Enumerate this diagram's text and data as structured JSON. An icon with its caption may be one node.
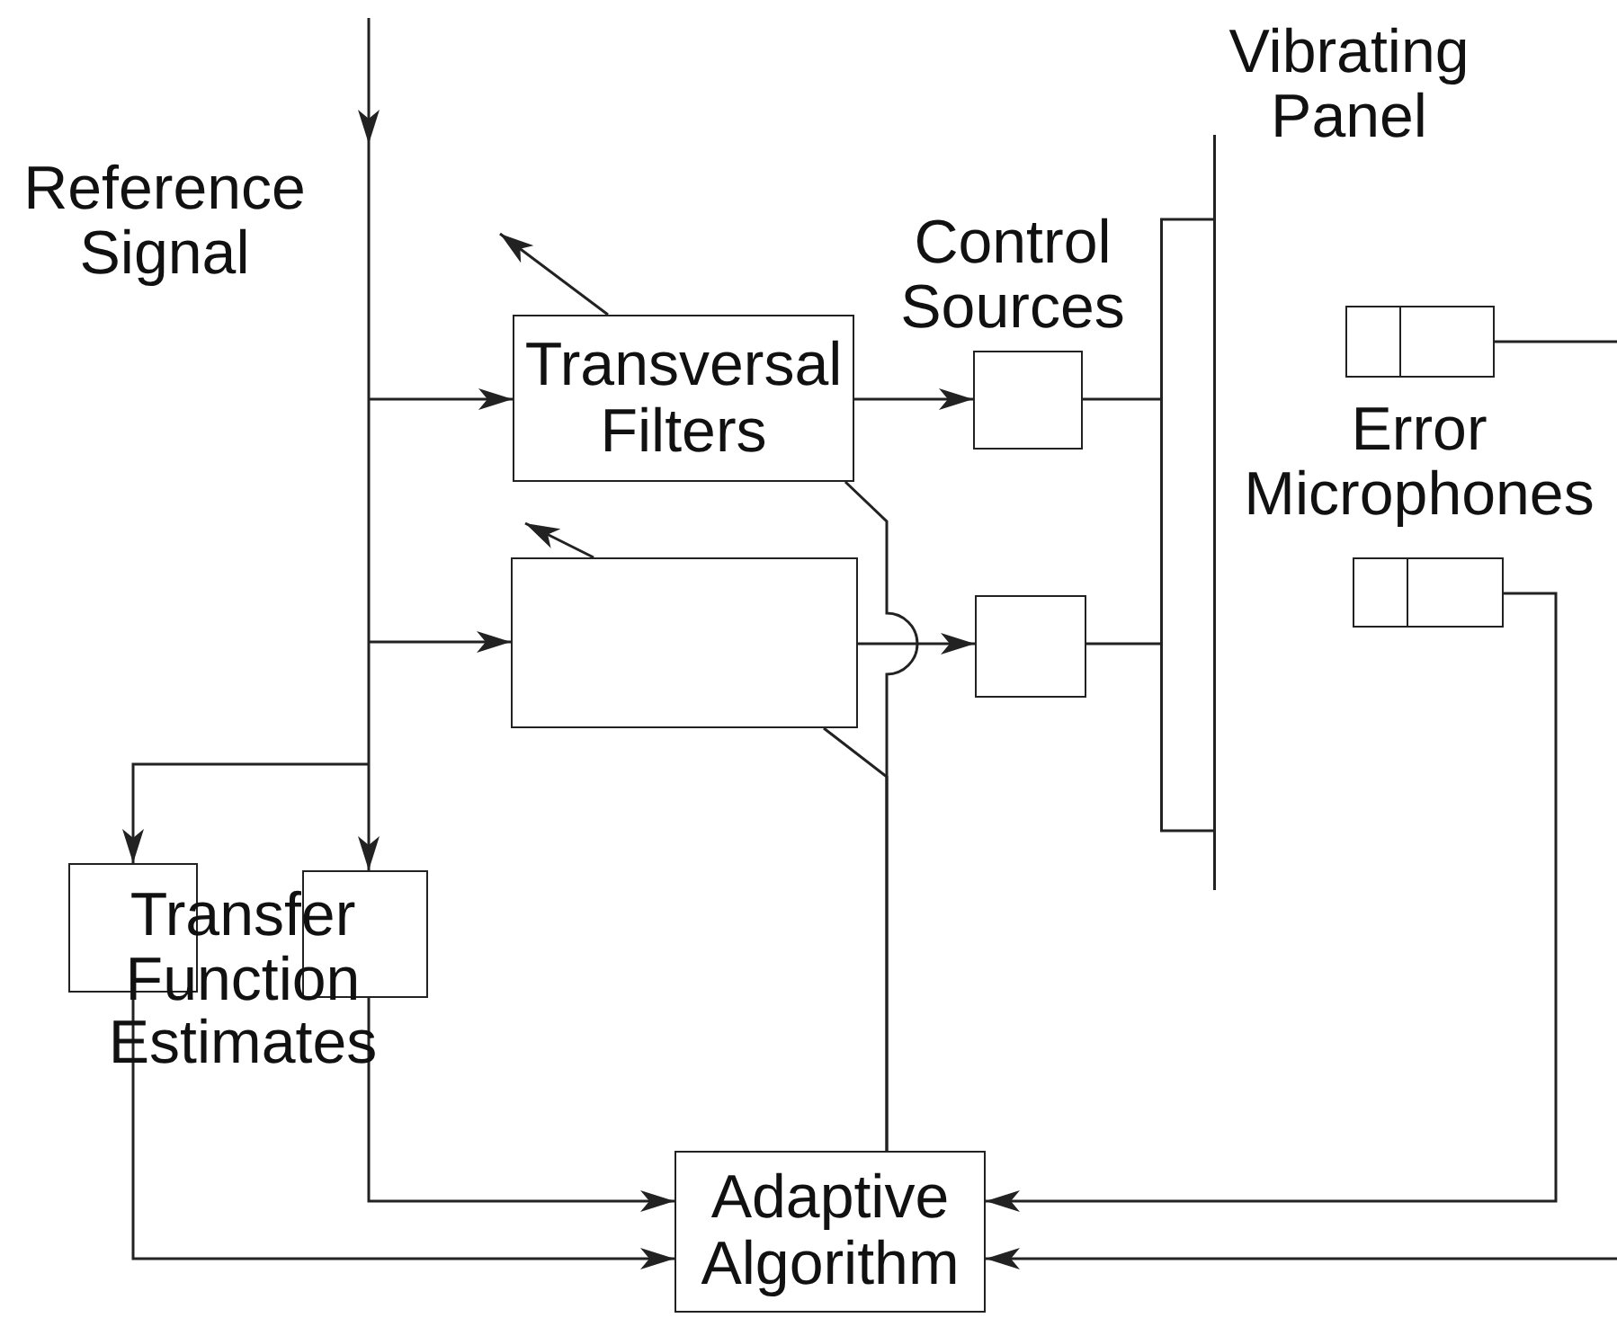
{
  "diagram": {
    "nodes": [
      {
        "text": [
          "Transversal Filters"
        ]
      },
      {
        "text": [],
        "shape": "box"
      },
      {
        "text": [],
        "shape": "box"
      },
      {
        "text": [],
        "shape": "box"
      },
      {
        "text": [],
        "shape": "bar"
      },
      {
        "text": [],
        "shape": "box"
      },
      {
        "text": [],
        "shape": "box"
      },
      {
        "text": [],
        "shape": "box"
      },
      {
        "text": [],
        "shape": "box"
      },
      {
        "text": [
          "Adaptive Algorithm"
        ]
      }
    ],
    "edges": [
      {
        "from": null,
        "to": 0,
        "arrow": "to"
      },
      {
        "from": null,
        "to": 1,
        "arrow": "to"
      },
      {
        "from": null,
        "to": 7,
        "arrow": "to"
      },
      {
        "from": null,
        "to": 8,
        "arrow": "to"
      },
      {
        "from": 0,
        "to": 2,
        "arrow": "to"
      },
      {
        "from": 1,
        "to": 3,
        "arrow": "to"
      },
      {
        "from": 2,
        "to": 4,
        "arrow": "none"
      },
      {
        "from": 3,
        "to": 4,
        "arrow": "none"
      },
      {
        "from": 0,
        "to": null,
        "arrow": "to"
      },
      {
        "from": 1,
        "to": null,
        "arrow": "to"
      },
      {
        "from": 9,
        "to": 0,
        "arrow": "none"
      },
      {
        "from": 9,
        "to": 1,
        "arrow": "none"
      },
      {
        "from": 7,
        "to": 9,
        "arrow": "to"
      },
      {
        "from": 8,
        "to": 9,
        "arrow": "to"
      },
      {
        "from": 6,
        "to": 9,
        "arrow": "to"
      },
      {
        "from": 5,
        "to": null,
        "arrow": "none"
      },
      {
        "from": null,
        "to": 9,
        "arrow": "to"
      }
    ],
    "labels": [
      "Reference Signal",
      "Vibrating Panel",
      "Control Sources",
      "Error Microphones",
      "Transfer Function Estimates"
    ]
  }
}
